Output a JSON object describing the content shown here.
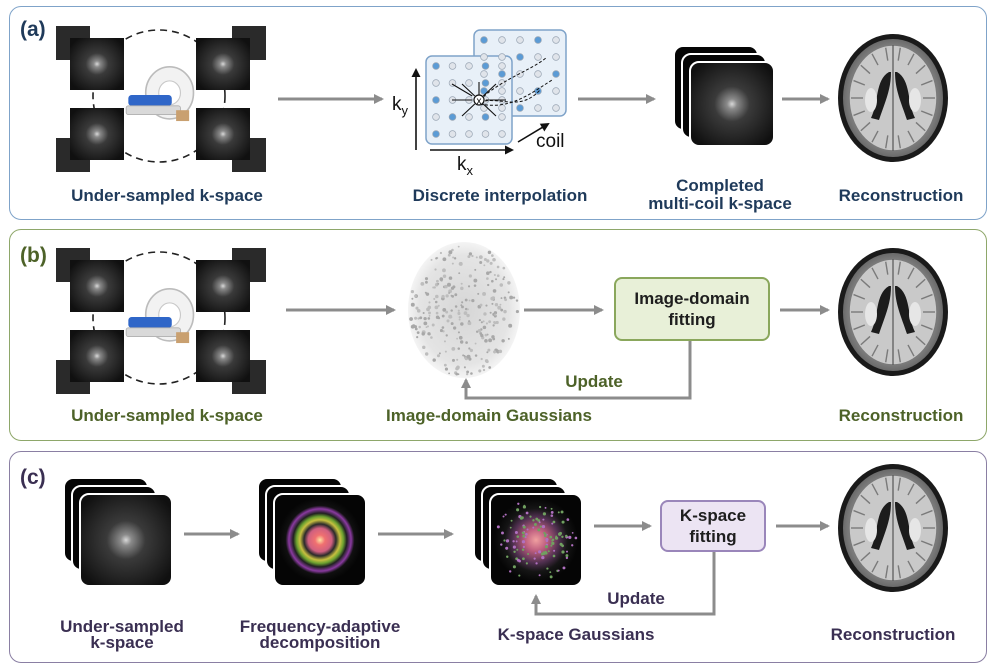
{
  "panel_a": {
    "label": "(a)",
    "cap_undersampled": "Under-sampled  k-space",
    "cap_interp": "Discrete  interpolation",
    "cap_completed_1": "Completed",
    "cap_completed_2": "multi-coil k-space",
    "cap_recon": "Reconstruction",
    "axis_ky": "k",
    "axis_ky_sub": "y",
    "axis_kx": "k",
    "axis_kx_sub": "x",
    "axis_coil": "coil"
  },
  "panel_b": {
    "label": "(b)",
    "cap_undersampled": "Under-sampled k-space",
    "cap_gaussians": "Image-domain Gaussians",
    "fit_1": "Image-domain",
    "fit_2": "fitting",
    "update": "Update",
    "cap_recon": "Reconstruction"
  },
  "panel_c": {
    "label": "(c)",
    "cap_undersampled_1": "Under-sampled",
    "cap_undersampled_2": "k-space",
    "cap_freq_1": "Frequency-adaptive",
    "cap_freq_2": "decomposition",
    "cap_gaussians": "K-space Gaussians",
    "fit_1": "K-space",
    "fit_2": "fitting",
    "update": "Update",
    "cap_recon": "Reconstruction"
  },
  "colors": {
    "panel_a_border": "#7fa3c9",
    "panel_b_border": "#8ea76a",
    "panel_c_border": "#8a7fa3",
    "arrow": "#8c8c8c",
    "grid_point_blue": "#5b9bd5"
  }
}
